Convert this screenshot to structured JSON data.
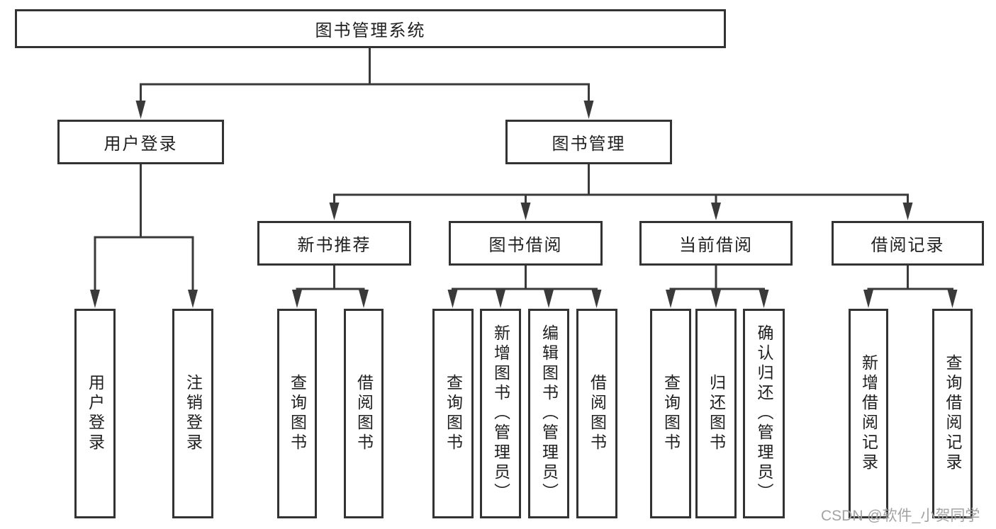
{
  "diagram": {
    "root": {
      "label": "图书管理系统"
    },
    "level2": [
      {
        "label": "用户登录"
      },
      {
        "label": "图书管理"
      }
    ],
    "level3": [
      {
        "label": "新书推荐"
      },
      {
        "label": "图书借阅"
      },
      {
        "label": "当前借阅"
      },
      {
        "label": "借阅记录"
      }
    ],
    "leaves": {
      "user_login": [
        {
          "label": "用户登录"
        },
        {
          "label": "注销登录"
        }
      ],
      "new_book": [
        {
          "label": "查询图书"
        },
        {
          "label": "借阅图书"
        }
      ],
      "book_borrow": [
        {
          "label": "查询图书"
        },
        {
          "label": "新增图书（管理员）"
        },
        {
          "label": "编辑图书（管理员）"
        },
        {
          "label": "借阅图书"
        }
      ],
      "current_borrow": [
        {
          "label": "查询图书"
        },
        {
          "label": "归还图书"
        },
        {
          "label": "确认归还（管理员）"
        }
      ],
      "borrow_record": [
        {
          "label": "新增借阅记录"
        },
        {
          "label": "查询借阅记录"
        }
      ]
    }
  },
  "watermark": {
    "text": "CSDN @软件_小贺同学"
  },
  "colors": {
    "background": "#ffffff",
    "line": "#3a3a3a",
    "box_border": "#333333",
    "text": "#1f1f1f",
    "watermark_text": "#a3a3a3"
  }
}
